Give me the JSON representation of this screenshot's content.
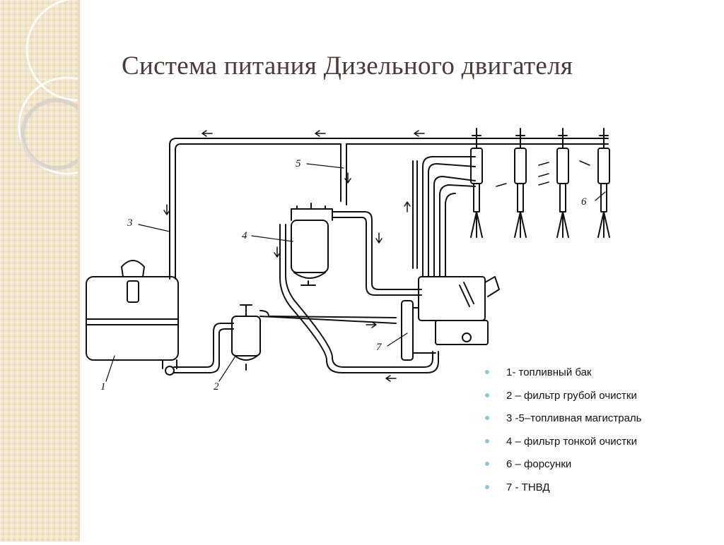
{
  "slide": {
    "title": "Система питания Дизельного двигателя"
  },
  "diagram": {
    "labels": [
      "1",
      "2",
      "3",
      "4",
      "5",
      "6",
      "7"
    ]
  },
  "legend": {
    "items": [
      "1- топливный бак",
      "2 – фильтр грубой очистки",
      "3 -5–топливная магистраль",
      "4 – фильтр тонкой очистки",
      "6 – форсунки",
      "7 - ТНВД"
    ]
  },
  "colors": {
    "title": "#4b3a36",
    "bullet": "#8fc6d6",
    "sidebar": "#f3e6c8"
  }
}
